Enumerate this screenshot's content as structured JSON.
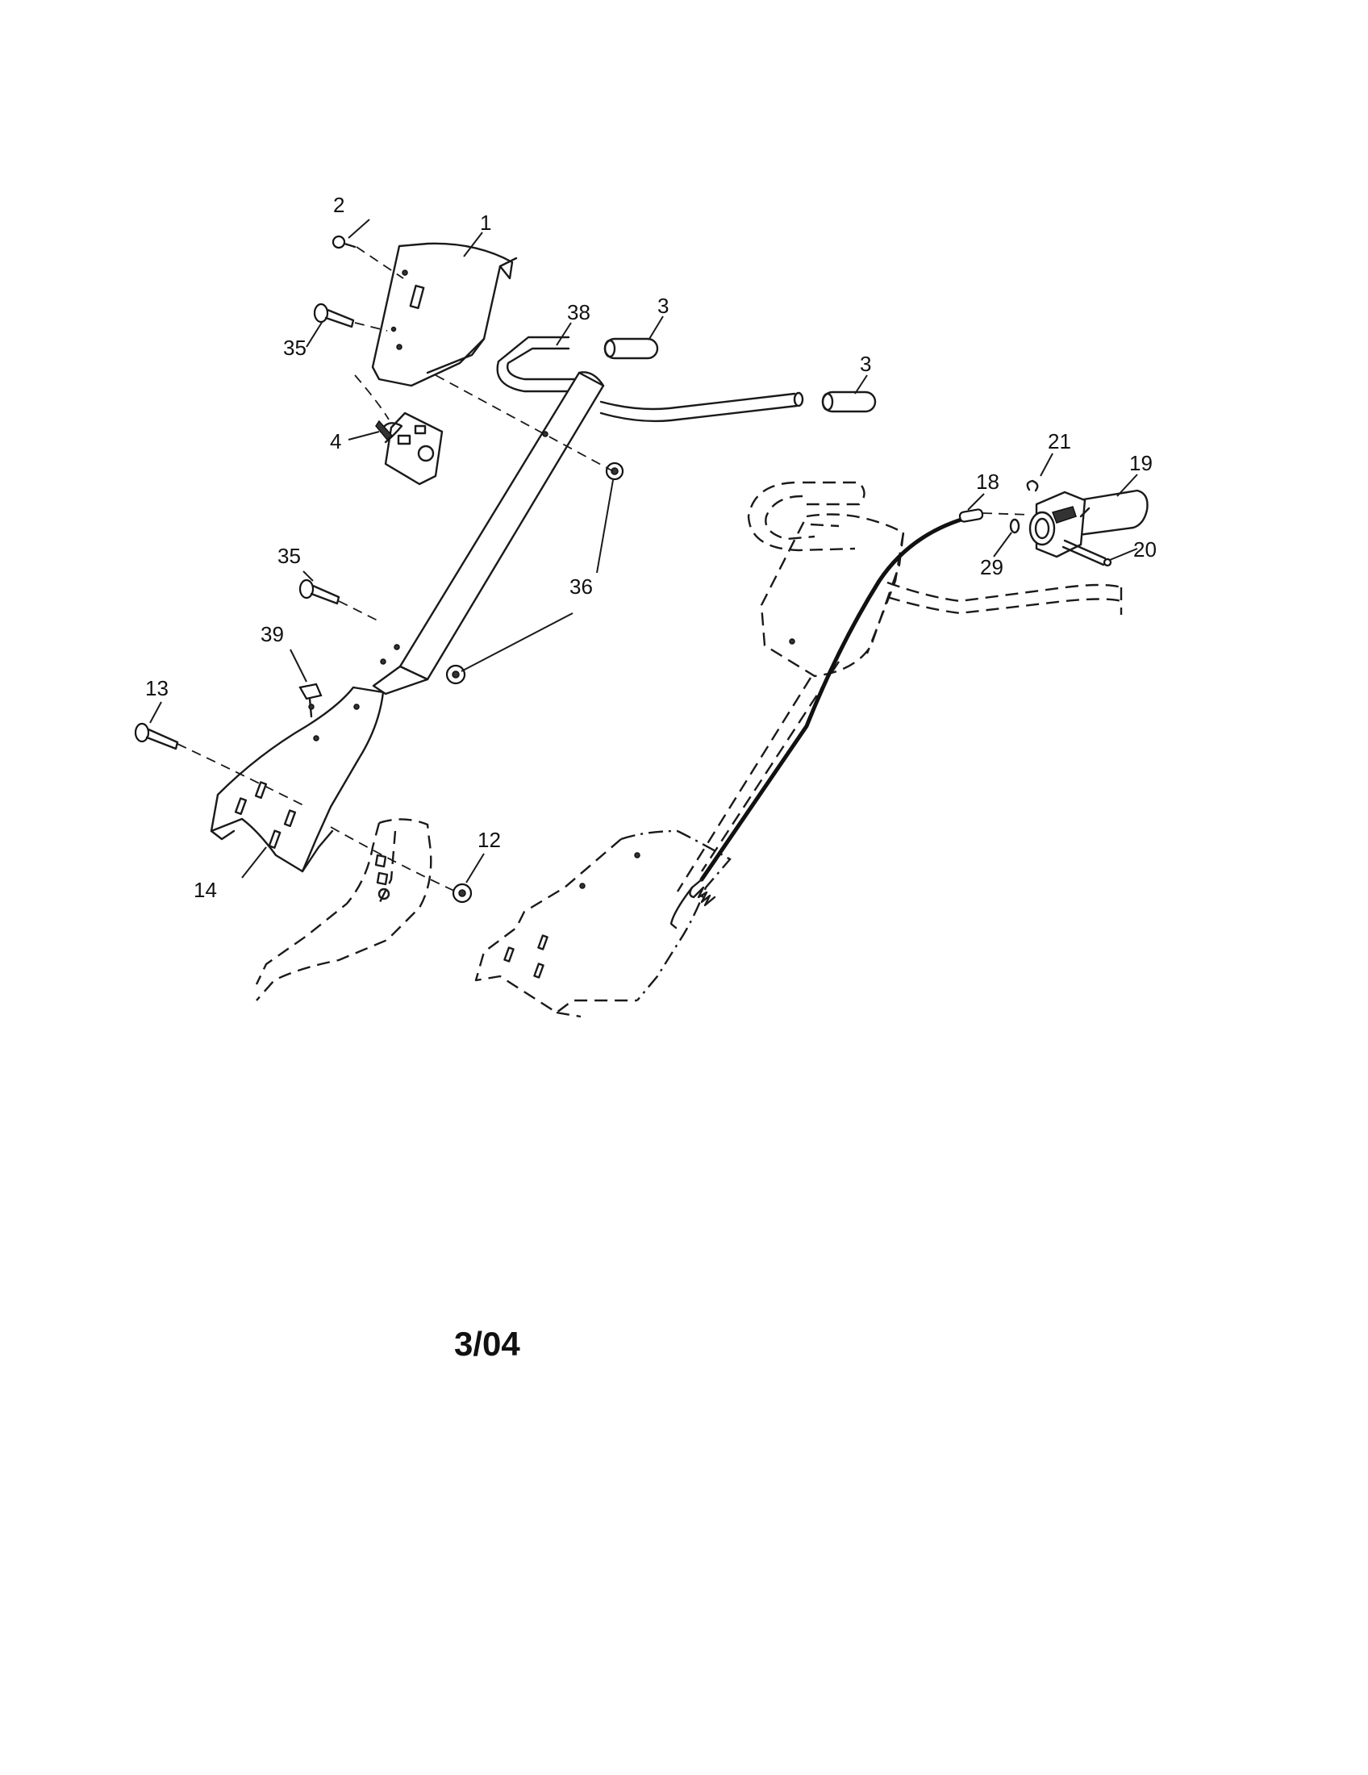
{
  "callouts": {
    "c1": "1",
    "c2": "2",
    "c3a": "3",
    "c3b": "3",
    "c4": "4",
    "c12": "12",
    "c13": "13",
    "c14": "14",
    "c18": "18",
    "c19": "19",
    "c20": "20",
    "c21": "21",
    "c29": "29",
    "c35a": "35",
    "c35b": "35",
    "c36": "36",
    "c38": "38",
    "c39": "39"
  },
  "revision_date": "3/04"
}
